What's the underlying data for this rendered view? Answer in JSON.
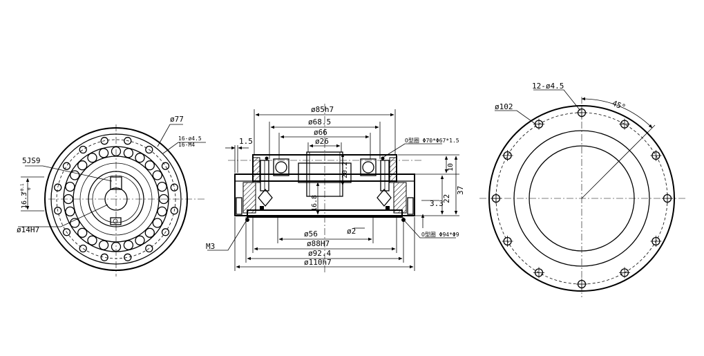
{
  "left_view": {
    "labels": {
      "outer_dia": "ø77",
      "holes_a": "16-ø4.5",
      "holes_b": "16-M4",
      "keyway": "5JS9",
      "key_depth": "16.3",
      "key_tol_upper": "+0.1",
      "key_tol_lower": "0",
      "bore": "ø14H7"
    }
  },
  "middle_view": {
    "labels": {
      "d85": "ø85h7",
      "d68": "ø68.5",
      "d66": "ø66",
      "d26": "ø26",
      "w15": "1.5",
      "oring_top": "O型圈 Φ70*Φ67*1.5",
      "h202": "20.2",
      "h10": "10",
      "h37": "37",
      "h22": "22",
      "h33": "3.3",
      "h168": "16.8",
      "d56": "ø56",
      "d2": "ø2",
      "oring_bottom": "O型圈 Φ94*Φ9",
      "d88": "ø88H7",
      "d924": "ø92.4",
      "d110": "ø110h7",
      "m3": "M3"
    }
  },
  "right_view": {
    "labels": {
      "holes": "12-ø4.5",
      "dia": "ø102",
      "angle": "45°"
    }
  }
}
